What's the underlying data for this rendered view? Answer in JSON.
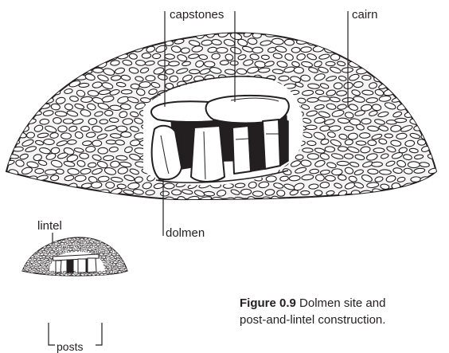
{
  "labels": {
    "capstones": "capstones",
    "cairn": "cairn",
    "dolmen": "dolmen",
    "lintel": "lintel",
    "posts": "posts"
  },
  "caption": {
    "label": "Figure 0.9",
    "line1": "Dolmen site and",
    "line2": "post-and-lintel construction."
  },
  "colors": {
    "ink": "#231f20",
    "paper": "#ffffff"
  }
}
